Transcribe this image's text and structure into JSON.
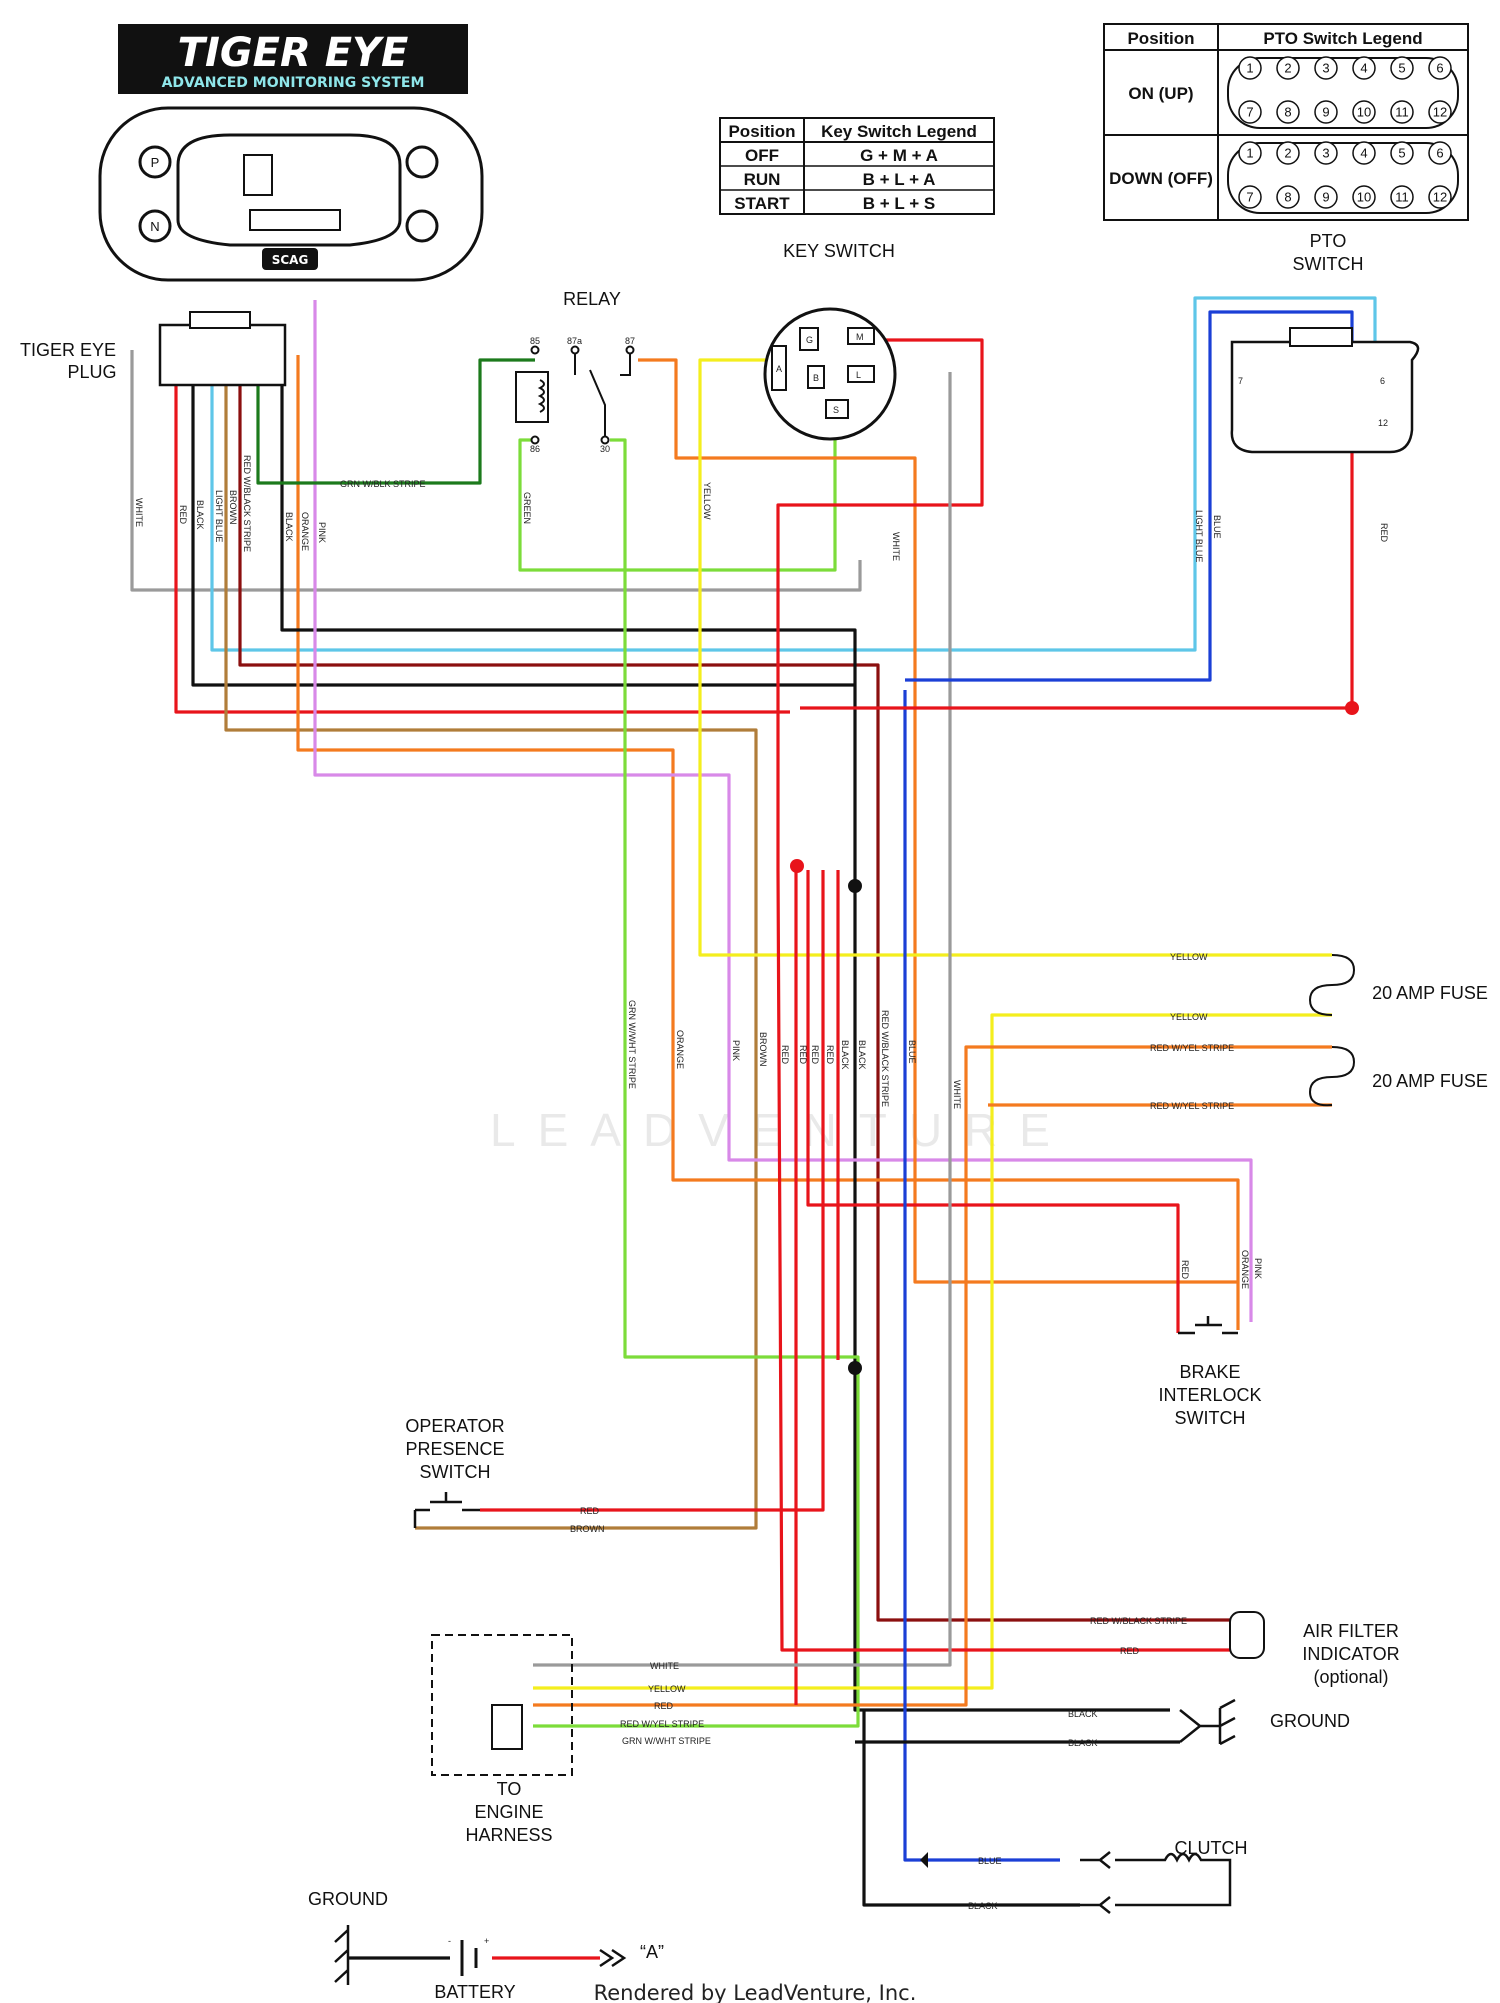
{
  "logo": {
    "brand": "TIGER EYE",
    "tagline": "ADVANCED MONITORING SYSTEM",
    "dash_badge": "SCAG"
  },
  "labels": {
    "tiger_eye_plug": [
      "TIGER EYE",
      "PLUG"
    ],
    "relay": "RELAY",
    "key_switch": "KEY SWITCH",
    "pto_switch": [
      "PTO",
      "SWITCH"
    ],
    "fuse_1": "20 AMP FUSE",
    "fuse_2": "20 AMP FUSE",
    "brake_interlock": [
      "BRAKE",
      "INTERLOCK",
      "SWITCH"
    ],
    "operator_presence": [
      "OPERATOR",
      "PRESENCE",
      "SWITCH"
    ],
    "air_filter": [
      "AIR FILTER",
      "INDICATOR",
      "(optional)"
    ],
    "ground_right": "GROUND",
    "clutch": "CLUTCH",
    "engine_harness": [
      "TO",
      "ENGINE",
      "HARNESS"
    ],
    "ground_left": "GROUND",
    "battery": "BATTERY",
    "battery_ref": "“A”",
    "footer": "Rendered by LeadVenture, Inc.",
    "watermark": "LEADVENTURE"
  },
  "relay_pins": [
    "85",
    "87a",
    "87",
    "86",
    "30"
  ],
  "key_switch_pins": [
    "G",
    "M",
    "A",
    "B",
    "L",
    "S"
  ],
  "key_switch_legend": {
    "headers": [
      "Position",
      "Key Switch Legend"
    ],
    "rows": [
      [
        "OFF",
        "G + M + A"
      ],
      [
        "RUN",
        "B + L + A"
      ],
      [
        "START",
        "B + L + S"
      ]
    ]
  },
  "pto_legend": {
    "headers": [
      "Position",
      "PTO Switch Legend"
    ],
    "rows": [
      "ON (UP)",
      "DOWN (OFF)"
    ],
    "pins_top": [
      "1",
      "2",
      "3",
      "4",
      "5",
      "6"
    ],
    "pins_bottom": [
      "7",
      "8",
      "9",
      "10",
      "11",
      "12"
    ]
  },
  "pto_connector_pins": [
    "6",
    "7",
    "12"
  ],
  "wire_labels": {
    "white": "WHITE",
    "red": "RED",
    "black": "BLACK",
    "light_blue": "LIGHT BLUE",
    "brown": "BROWN",
    "red_blk": "RED W/BLACK STRIPE",
    "orange": "ORANGE",
    "pink": "PINK",
    "grn_blk": "GRN W/BLK STRIPE",
    "green": "GREEN",
    "yellow": "YELLOW",
    "blue": "BLUE",
    "grn_wht": "GRN W/WHT STRIPE",
    "red_yel": "RED W/YEL STRIPE"
  },
  "colors": {
    "red": "#e8141b",
    "black": "#111111",
    "white_wire": "#9a9a9a",
    "light_blue": "#5ec6e8",
    "blue": "#1b3fd6",
    "brown": "#b07d3a",
    "maroon": "#8b0f0f",
    "orange": "#f47a1f",
    "pink": "#d889e8",
    "yellow": "#f4ee1e",
    "green": "#7cdc3a",
    "dark_green": "#1c7a1c"
  }
}
